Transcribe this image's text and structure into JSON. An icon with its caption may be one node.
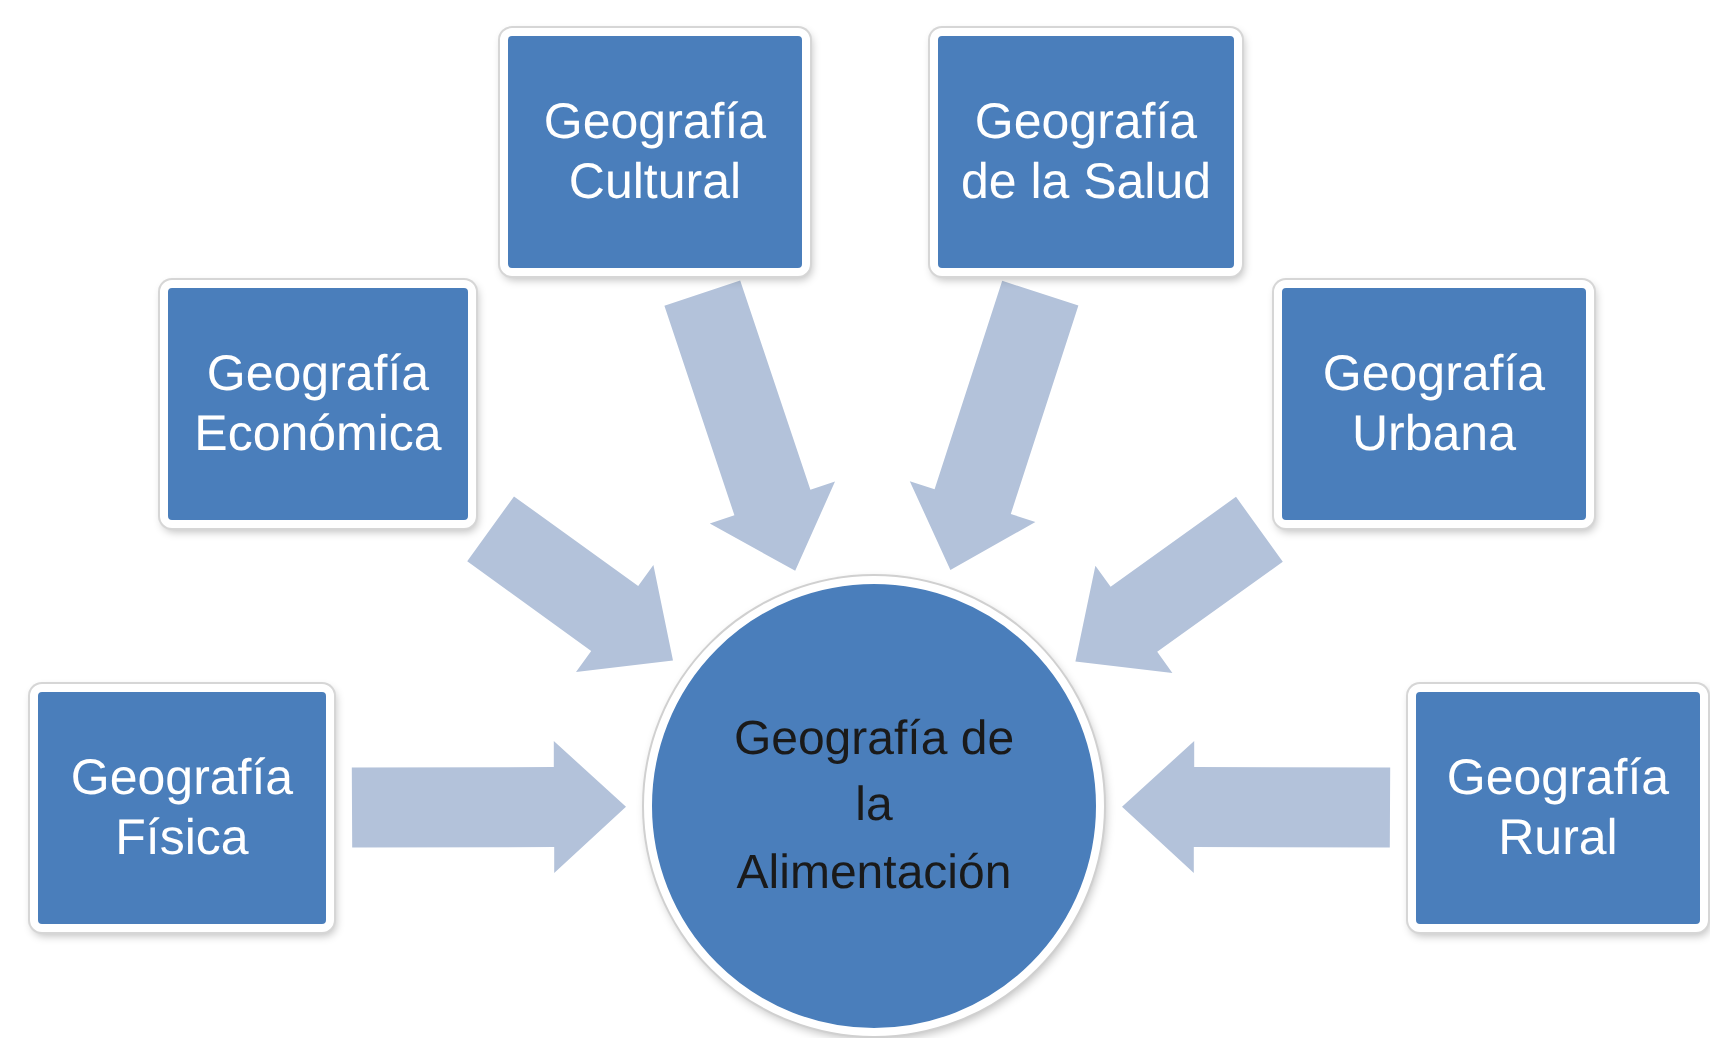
{
  "diagram": {
    "nodes": [
      {
        "text": [
          "Geografía Física"
        ]
      },
      {
        "text": [
          "Geografía Económica"
        ]
      },
      {
        "text": [
          "Geografía Cultural"
        ]
      },
      {
        "text": [
          "Geografía de la Salud"
        ]
      },
      {
        "text": [
          "Geografía Urbana"
        ]
      },
      {
        "text": [
          "Geografía Rural"
        ]
      },
      {
        "text": [
          "Geografía de la Alimentación"
        ]
      }
    ],
    "edges": [
      {
        "from": 0,
        "to": 6,
        "arrow": "to"
      },
      {
        "from": 1,
        "to": 6,
        "arrow": "to"
      },
      {
        "from": 2,
        "to": 6,
        "arrow": "to"
      },
      {
        "from": 3,
        "to": 6,
        "arrow": "to"
      },
      {
        "from": 4,
        "to": 6,
        "arrow": "to"
      },
      {
        "from": 5,
        "to": 6,
        "arrow": "to"
      }
    ]
  }
}
